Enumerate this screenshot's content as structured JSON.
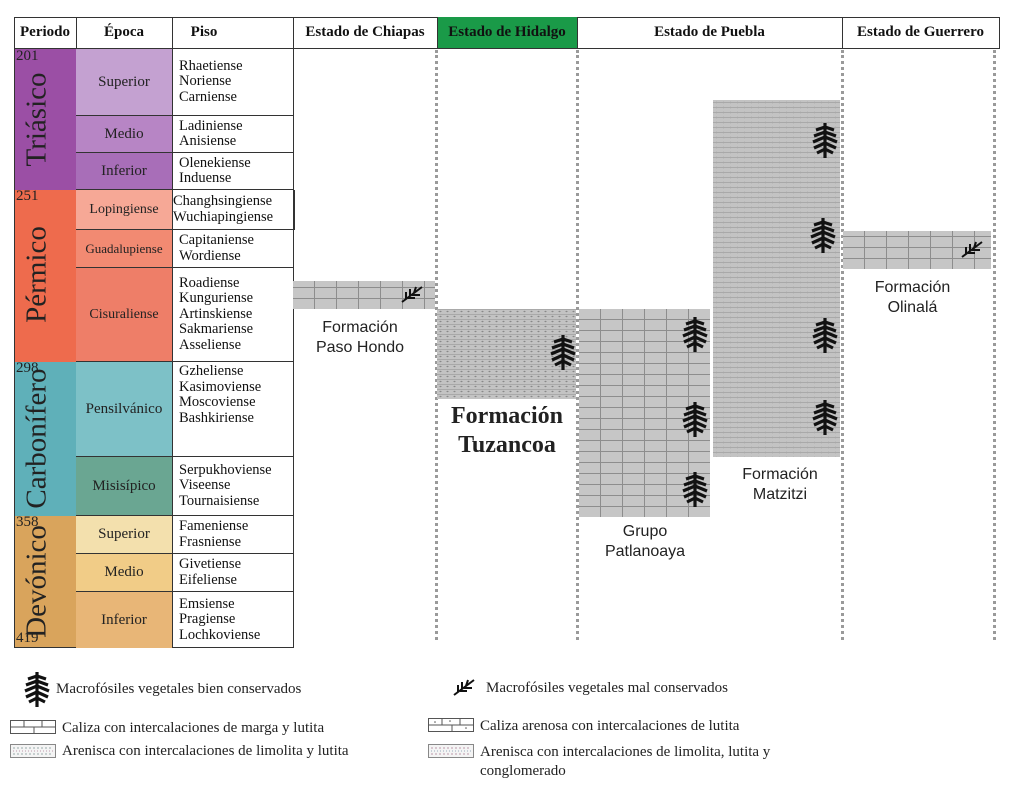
{
  "headers": {
    "periodo": "Periodo",
    "epoca": "Época",
    "piso": "Piso",
    "chiapas": "Estado de Chiapas",
    "hidalgo": "Estado de Hidalgo",
    "puebla": "Estado de Puebla",
    "guerrero": "Estado de Guerrero"
  },
  "colors": {
    "hidalgo_header": "#1a9a48",
    "triasico": "#9b4fa5",
    "permico": "#ee6b4d",
    "carbonifero": "#5fb0b9",
    "devonico": "#d9a45c"
  },
  "periods": [
    {
      "name": "Triásico",
      "age": "201"
    },
    {
      "name": "Pérmico",
      "age": "251"
    },
    {
      "name": "Carbonífero",
      "age": "298"
    },
    {
      "name": "Devónico",
      "age": "358",
      "end_age": "419"
    }
  ],
  "epochs": [
    {
      "name": "Superior",
      "pisos": "Rhaetiense\nNoriense\nCarniense"
    },
    {
      "name": "Medio",
      "pisos": "Ladiniense\nAnisiense"
    },
    {
      "name": "Inferior",
      "pisos": "Olenekiense\nInduense"
    },
    {
      "name": "Lopingiense",
      "pisos": "Changhsingiense\nWuchiapingiense"
    },
    {
      "name": "Guadalupiense",
      "pisos": "Capitaniense\nWordiense"
    },
    {
      "name": "Cisuraliense",
      "pisos": "Roadiense\nKunguriense\nArtinskiense\nSakmariense\nAsseliense"
    },
    {
      "name": "Pensilvánico",
      "pisos": "Gzheliense\nKasimoviense\nMoscoviense\nBashkiriense"
    },
    {
      "name": "Misisípico",
      "pisos": "Serpukhoviense\nViseense\nTournaisiense"
    },
    {
      "name": "Superior",
      "pisos": "Fameniense\nFrasniense"
    },
    {
      "name": "Medio",
      "pisos": "Givetiense\nEifeliense"
    },
    {
      "name": "Inferior",
      "pisos": "Emsiense\nPragiense\nLochkoviense"
    }
  ],
  "formations": {
    "paso_hondo": "Formación\nPaso Hondo",
    "tuzancoa": "Formación\nTuzancoa",
    "patlanoaya": "Grupo\nPatlanoaya",
    "matzitzi": "Formación\nMatzitzi",
    "olinala": "Formación\nOlinalá"
  },
  "legend": {
    "bien": "Macrofósiles vegetales bien conservados",
    "mal": "Macrofósiles vegetales mal conservados",
    "caliza_marga": "Caliza con intercalaciones de marga y lutita",
    "caliza_arenosa": "Caliza arenosa con intercalaciones de lutita",
    "arenisca_limolita": "Arenisca con intercalaciones de limolita y lutita",
    "arenisca_conglomerado": "Arenisca con intercalaciones de limolita, lutita y\nconglomerado"
  }
}
